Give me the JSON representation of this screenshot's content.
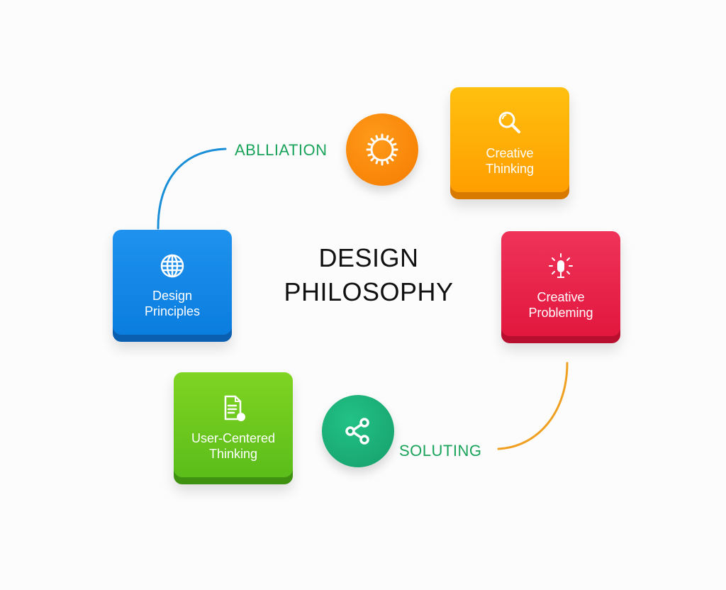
{
  "diagram": {
    "title_line1": "DESIGN",
    "title_line2": "PHILOSOPHY",
    "cards": [
      {
        "id": "creative-thinking",
        "line1": "Creative",
        "line2": "Thinking",
        "icon": "magnifier-icon",
        "color_top": "#ffc20e",
        "color_bottom": "#ff9f00",
        "base": "#d97a00"
      },
      {
        "id": "creative-probleming",
        "line1": "Creative",
        "line2": "Probleming",
        "icon": "microphone-icon",
        "color_top": "#ee3158",
        "color_bottom": "#e3183f",
        "base": "#b80f2f"
      },
      {
        "id": "design-principles",
        "line1": "Design",
        "line2": "Principles",
        "icon": "globe-icon",
        "color_top": "#1e90ec",
        "color_bottom": "#0a7fe0",
        "base": "#0a5fb0"
      },
      {
        "id": "user-centered-thinking",
        "line1": "User-Centered",
        "line2": "Thinking",
        "icon": "document-icon",
        "color_top": "#7ed321",
        "color_bottom": "#5cbf1a",
        "base": "#3f9110"
      }
    ],
    "circles": [
      {
        "id": "ablliation",
        "icon": "sun-icon",
        "color": "#ff8a0a"
      },
      {
        "id": "soluting",
        "icon": "share-icon",
        "color": "#1fb47a"
      }
    ],
    "tags": {
      "top": "ABLLIATION",
      "bottom": "SOLUTING"
    },
    "connector_colors": {
      "blue": "#1a8fd8",
      "orange": "#f0a020"
    }
  }
}
